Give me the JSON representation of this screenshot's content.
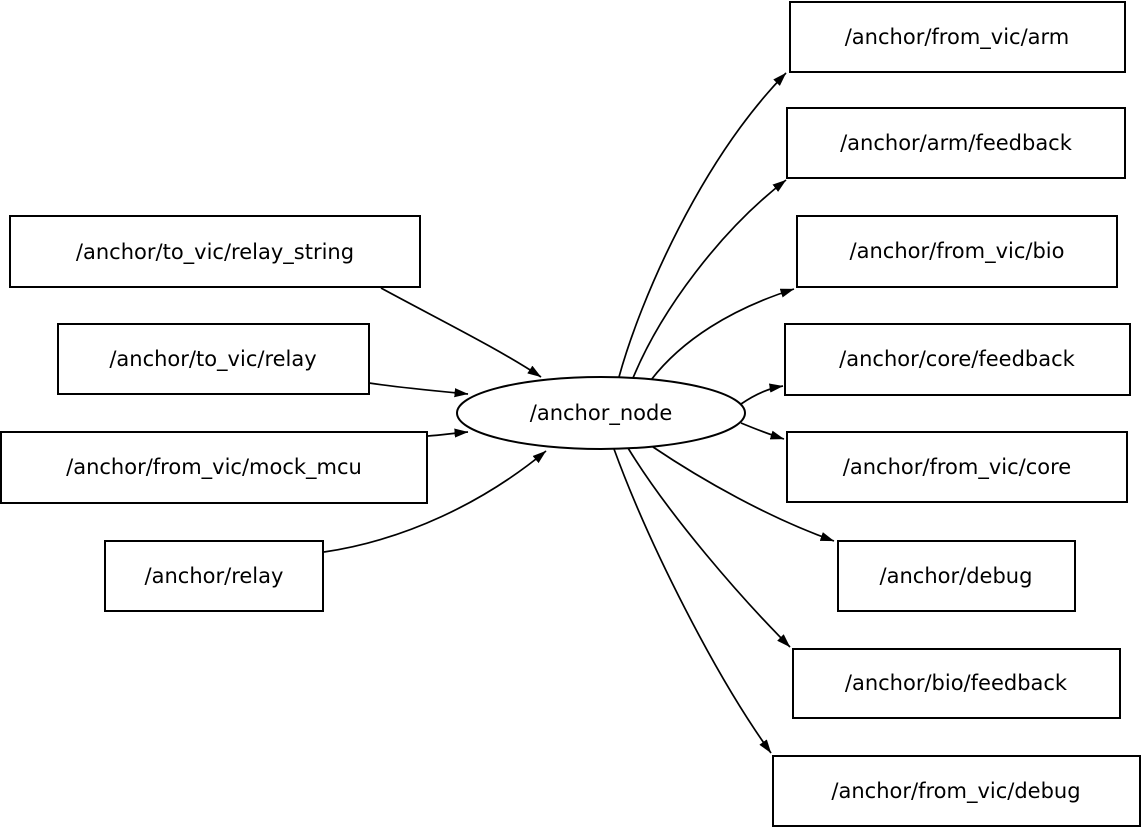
{
  "diagram": {
    "type": "node-graph",
    "colors": {
      "background": "#ffffff",
      "node_fill": "#ffffff",
      "node_border": "#000000",
      "edge": "#000000",
      "text": "#000000"
    },
    "center_node": {
      "label": "/anchor_node",
      "shape": "ellipse"
    },
    "input_topics": [
      {
        "label": "/anchor/to_vic/relay_string"
      },
      {
        "label": "/anchor/to_vic/relay"
      },
      {
        "label": "/anchor/from_vic/mock_mcu"
      },
      {
        "label": "/anchor/relay"
      }
    ],
    "output_topics": [
      {
        "label": "/anchor/from_vic/arm"
      },
      {
        "label": "/anchor/arm/feedback"
      },
      {
        "label": "/anchor/from_vic/bio"
      },
      {
        "label": "/anchor/core/feedback"
      },
      {
        "label": "/anchor/from_vic/core"
      },
      {
        "label": "/anchor/debug"
      },
      {
        "label": "/anchor/bio/feedback"
      },
      {
        "label": "/anchor/from_vic/debug"
      }
    ],
    "edges": [
      {
        "source": "/anchor/to_vic/relay_string",
        "target": "/anchor_node"
      },
      {
        "source": "/anchor/to_vic/relay",
        "target": "/anchor_node"
      },
      {
        "source": "/anchor/from_vic/mock_mcu",
        "target": "/anchor_node"
      },
      {
        "source": "/anchor/relay",
        "target": "/anchor_node"
      },
      {
        "source": "/anchor_node",
        "target": "/anchor/from_vic/arm"
      },
      {
        "source": "/anchor_node",
        "target": "/anchor/arm/feedback"
      },
      {
        "source": "/anchor_node",
        "target": "/anchor/from_vic/bio"
      },
      {
        "source": "/anchor_node",
        "target": "/anchor/core/feedback"
      },
      {
        "source": "/anchor_node",
        "target": "/anchor/from_vic/core"
      },
      {
        "source": "/anchor_node",
        "target": "/anchor/debug"
      },
      {
        "source": "/anchor_node",
        "target": "/anchor/bio/feedback"
      },
      {
        "source": "/anchor_node",
        "target": "/anchor/from_vic/debug"
      }
    ]
  }
}
